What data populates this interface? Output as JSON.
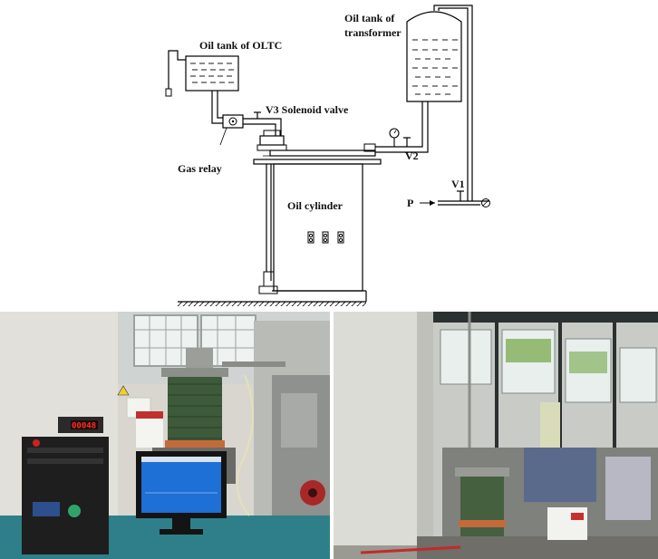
{
  "diagram": {
    "labels": {
      "oltc_tank": "Oil tank of OLTC",
      "transformer_tank_line1": "Oil tank of",
      "transformer_tank_line2": "transformer",
      "solenoid_valve": "V3 Solenoid valve",
      "gas_relay": "Gas relay",
      "oil_cylinder": "Oil cylinder",
      "v2": "V2",
      "v1": "V1",
      "p": "P"
    }
  },
  "photos": {
    "left": {
      "display_reading": "00048"
    },
    "right": {}
  },
  "colors": {
    "line": "#000000",
    "lab_wall": "#d9d9d4",
    "cylinder_green": "#3d5a3a",
    "monitor_screen": "#1e6fd6",
    "display_red": "#ff3020"
  }
}
